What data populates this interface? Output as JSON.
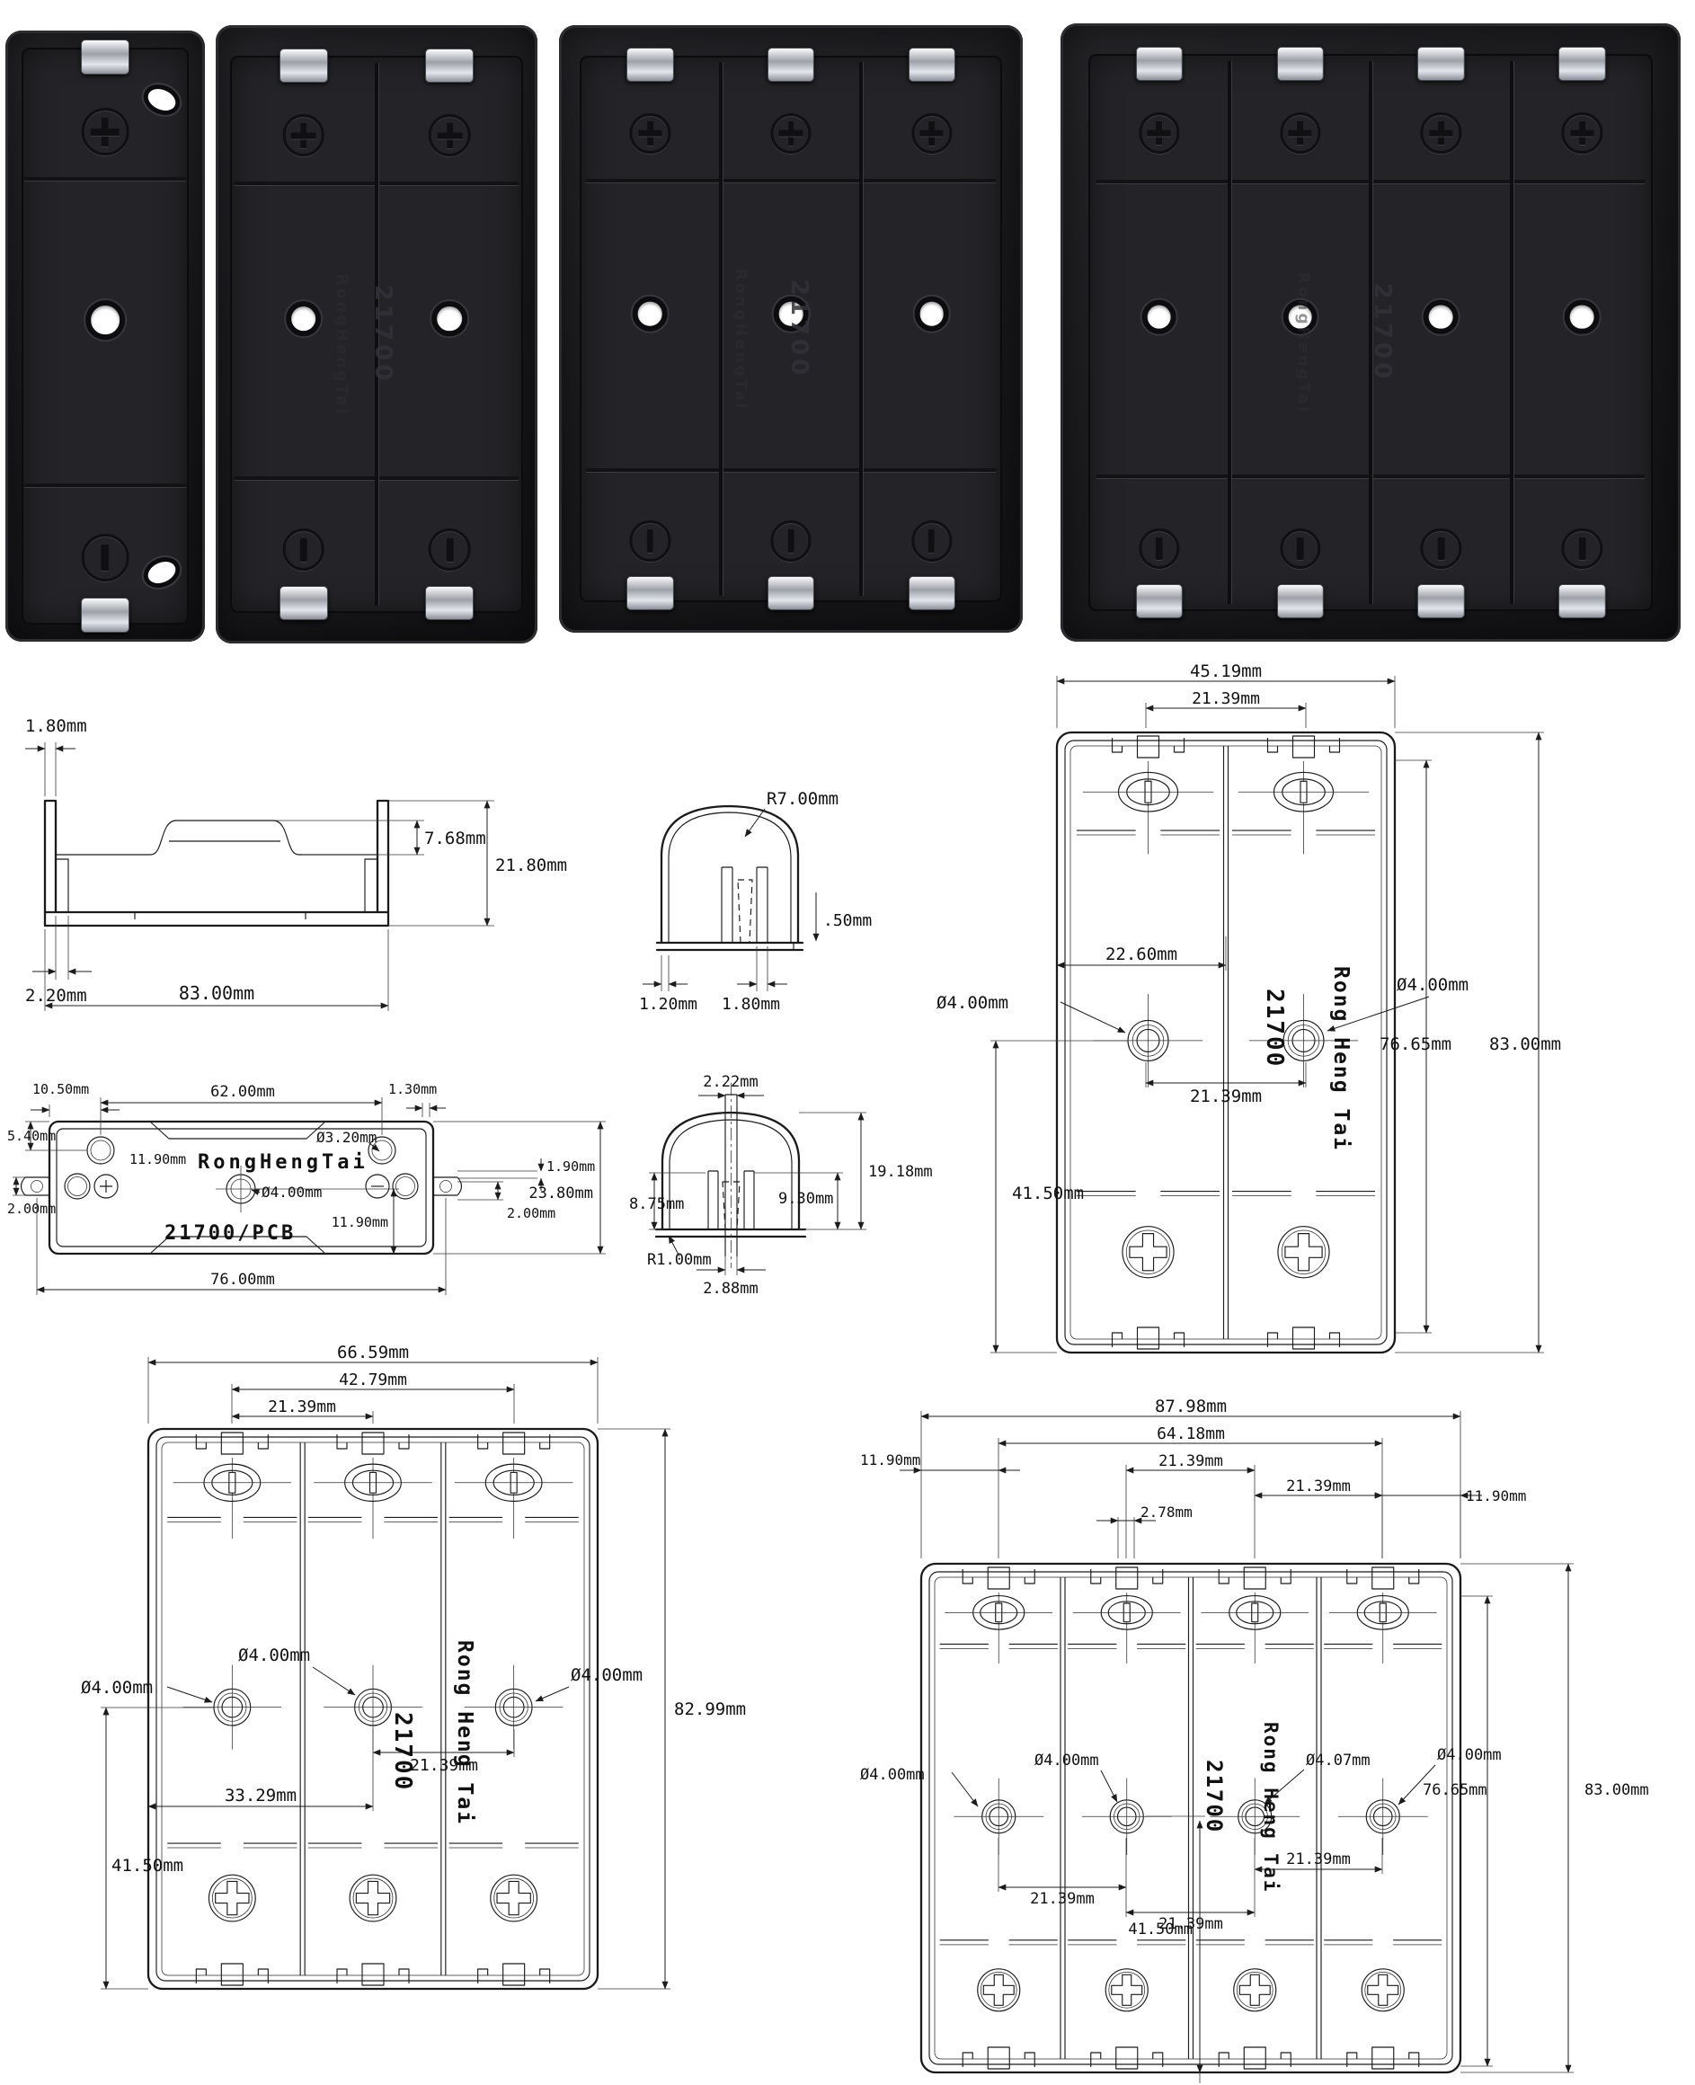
{
  "page": {
    "background": "#ffffff"
  },
  "brand": {
    "name": "RongHengTai",
    "name_spaced": "Rong Heng Tai",
    "model": "21700",
    "model_pcb": "21700/PCB"
  },
  "products": [
    {
      "cells": 1
    },
    {
      "cells": 2
    },
    {
      "cells": 3
    },
    {
      "cells": 4
    }
  ],
  "drawings": {
    "side_view": {
      "dims": {
        "wall": "1.80mm",
        "bump": "7.68mm",
        "height": "21.80mm",
        "base": "2.20mm",
        "length": "83.00mm"
      }
    },
    "end_view": {
      "dims": {
        "radius": "R7.00mm",
        "rib": ".50mm",
        "wall": "1.20mm",
        "slot": "1.80mm"
      }
    },
    "pcb_view": {
      "dims": {
        "pin_inset": "10.50mm",
        "pin_span": "62.00mm",
        "pin_width": "1.30mm",
        "corner_offset": "5.40mm",
        "pin_left": "2.00mm",
        "screw_hole": "Ø3.20mm",
        "center_offset": "11.90mm",
        "center_hole": "Ø4.00mm",
        "pin_gap": "1.90mm",
        "pin_right": "2.00mm",
        "body_width": "23.80mm",
        "lower_offset": "11.90mm",
        "mount_span": "76.00mm"
      }
    },
    "end_view_pcb": {
      "dims": {
        "pin_width": "2.22mm",
        "total_height": "19.18mm",
        "inner_height": "9.30mm",
        "wall_height": "8.75mm",
        "corner_radius": "R1.00mm",
        "pin_span": "2.88mm"
      }
    },
    "two_cell": {
      "dims": {
        "overall_width": "45.19mm",
        "clip_pitch": "21.39mm",
        "hole_offset_x": "22.60mm",
        "hole_dia_left": "Ø4.00mm",
        "hole_dia_right": "Ø4.00mm",
        "hole_pitch": "21.39mm",
        "hole_span_y": "76.65mm",
        "overall_height": "83.00mm",
        "hole_offset_y": "41.50mm"
      }
    },
    "three_cell": {
      "dims": {
        "overall_width": "66.59mm",
        "outer_pitch": "42.79mm",
        "clip_pitch": "21.39mm",
        "hole_dia_left": "Ø4.00mm",
        "hole_dia_mid": "Ø4.00mm",
        "hole_dia_right": "Ø4.00mm",
        "overall_height": "82.99mm",
        "hole_pitch": "21.39mm",
        "hole_span_x": "33.29mm",
        "hole_offset_y": "41.50mm"
      }
    },
    "four_cell": {
      "dims": {
        "overall_width": "87.98mm",
        "edge_left": "11.90mm",
        "outer_span": "64.18mm",
        "clip_pitch_1": "21.39mm",
        "clip_pitch_2": "21.39mm",
        "slot_width": "2.78mm",
        "edge_right": "11.90mm",
        "hole_dia_1": "Ø4.00mm",
        "hole_dia_2": "Ø4.00mm",
        "hole_dia_3": "Ø4.07mm",
        "hole_dia_4": "Ø4.00mm",
        "hole_span_y": "76.65mm",
        "overall_height": "83.00mm",
        "hole_pitch_1": "21.39mm",
        "hole_pitch_2": "21.39mm",
        "hole_pitch_3": "21.39mm",
        "hole_offset_y": "41.50mm"
      }
    }
  }
}
